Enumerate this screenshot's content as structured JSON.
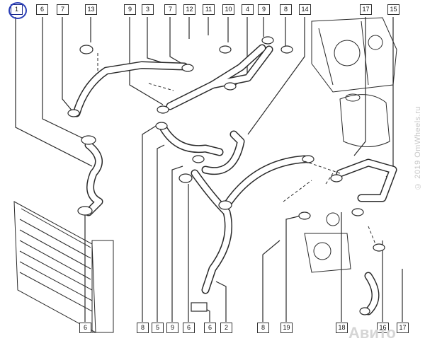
{
  "diagram": {
    "part_numbers_top": [
      {
        "id": "c1",
        "label": "1",
        "highlighted": true
      },
      {
        "id": "c6a",
        "label": "6"
      },
      {
        "id": "c7a",
        "label": "7"
      },
      {
        "id": "c13",
        "label": "13"
      },
      {
        "id": "c9a",
        "label": "9"
      },
      {
        "id": "c3",
        "label": "3"
      },
      {
        "id": "c7b",
        "label": "7"
      },
      {
        "id": "c12",
        "label": "12"
      },
      {
        "id": "c11",
        "label": "11"
      },
      {
        "id": "c10",
        "label": "10"
      },
      {
        "id": "c4",
        "label": "4"
      },
      {
        "id": "c9b",
        "label": "9"
      },
      {
        "id": "c8a",
        "label": "8"
      },
      {
        "id": "c14",
        "label": "14"
      },
      {
        "id": "c17a",
        "label": "17"
      },
      {
        "id": "c15",
        "label": "15"
      }
    ],
    "part_numbers_bottom": [
      {
        "id": "b6a",
        "label": "6"
      },
      {
        "id": "b8",
        "label": "8"
      },
      {
        "id": "b5",
        "label": "5"
      },
      {
        "id": "b9",
        "label": "9"
      },
      {
        "id": "b6b",
        "label": "6"
      },
      {
        "id": "b6c",
        "label": "6"
      },
      {
        "id": "b2",
        "label": "2"
      },
      {
        "id": "b8b",
        "label": "8"
      },
      {
        "id": "b19",
        "label": "19"
      },
      {
        "id": "b18",
        "label": "18"
      },
      {
        "id": "b16",
        "label": "16"
      },
      {
        "id": "b17",
        "label": "17"
      }
    ],
    "line_color": "#2a2a2a",
    "highlight_color": "#2b3fb8"
  },
  "watermark": "© 2019 OmWheels.ru",
  "brand": "Авито"
}
